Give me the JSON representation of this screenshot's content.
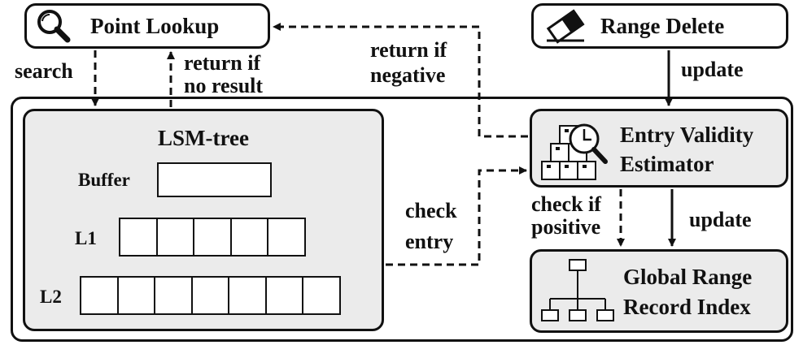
{
  "nodes": {
    "point_lookup": "Point Lookup",
    "range_delete": "Range Delete",
    "lsm_tree": "LSM-tree",
    "entry_validity": [
      "Entry Validity",
      "Estimator"
    ],
    "global_range": [
      "Global Range",
      "Record Index"
    ]
  },
  "levels": [
    {
      "label": "Buffer",
      "cells": 1
    },
    {
      "label": "L1",
      "cells": 5
    },
    {
      "label": "L2",
      "cells": 7
    }
  ],
  "edges": {
    "search": "search",
    "return_no_result": [
      "return if",
      "no result"
    ],
    "return_negative": [
      "return if",
      "negative"
    ],
    "update_top": "update",
    "check_entry": [
      "check",
      "entry"
    ],
    "check_positive": [
      "check if",
      "positive"
    ],
    "update_right": "update"
  },
  "icons": {
    "point_lookup": "magnifier-icon",
    "range_delete": "eraser-icon",
    "entry_validity": "boxes-search-icon",
    "global_range": "hierarchy-icon"
  }
}
